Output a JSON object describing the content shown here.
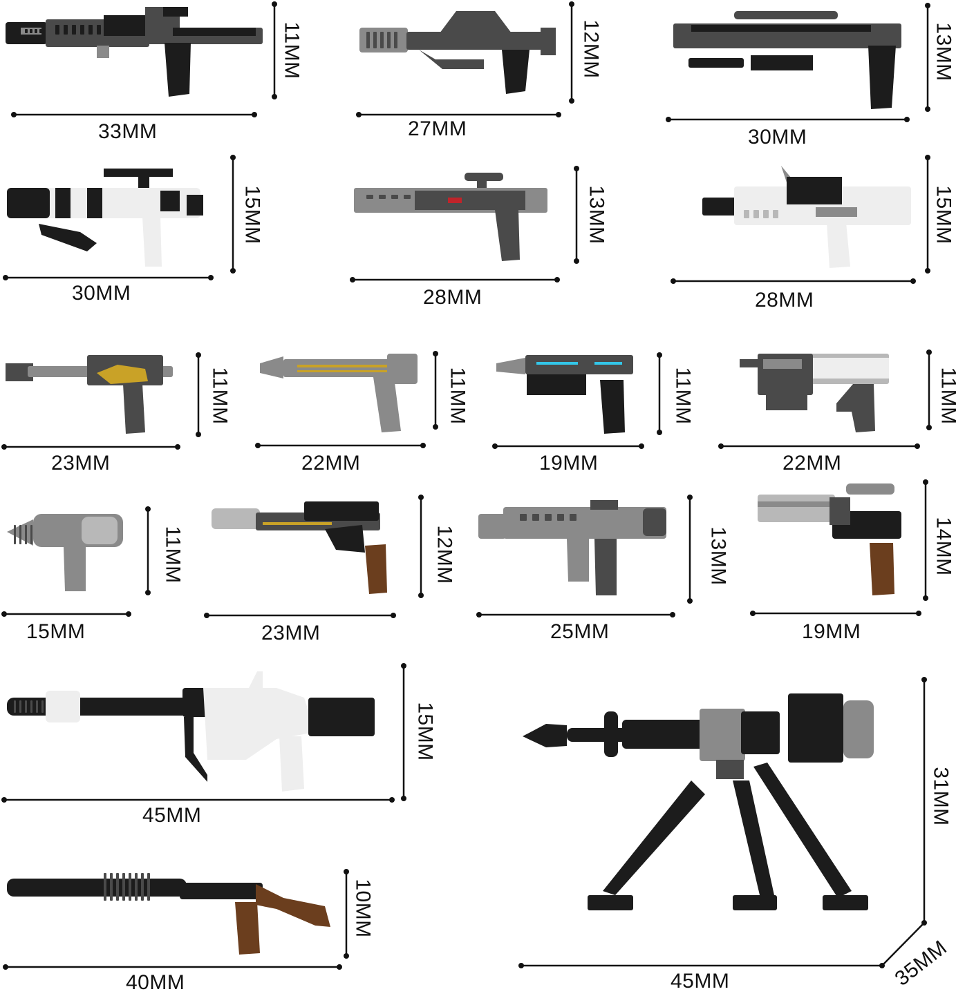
{
  "colors": {
    "black": "#1c1c1c",
    "dark_gray": "#4a4a4a",
    "gray": "#8a8a8a",
    "light_gray": "#b8b8b8",
    "white_part": "#eeeeee",
    "brown": "#6b3e1e",
    "gold": "#c9a227",
    "red": "#c0242a",
    "cyan": "#33c6e8",
    "ruler": "#111111"
  },
  "items": [
    {
      "length": "33MM",
      "height": "11MM",
      "style": "blaster-rifle"
    },
    {
      "length": "27MM",
      "height": "12MM",
      "style": "heavy-blaster"
    },
    {
      "length": "30MM",
      "height": "13MM",
      "style": "sniper-blaster"
    },
    {
      "length": "30MM",
      "height": "15MM",
      "style": "trooper-rifle"
    },
    {
      "length": "28MM",
      "height": "13MM",
      "style": "scoped-carbine"
    },
    {
      "length": "28MM",
      "height": "15MM",
      "style": "first-order-blaster"
    },
    {
      "length": "23MM",
      "height": "11MM",
      "style": "gold-carbine"
    },
    {
      "length": "22MM",
      "height": "11MM",
      "style": "yellow-pistol"
    },
    {
      "length": "19MM",
      "height": "11MM",
      "style": "cyan-pistol"
    },
    {
      "length": "22MM",
      "height": "11MM",
      "style": "gray-blaster"
    },
    {
      "length": "15MM",
      "height": "11MM",
      "style": "drill-pistol"
    },
    {
      "length": "23MM",
      "height": "12MM",
      "style": "brown-carbine"
    },
    {
      "length": "25MM",
      "height": "13MM",
      "style": "clone-carbine"
    },
    {
      "length": "19MM",
      "height": "14MM",
      "style": "brown-heavy-pistol"
    },
    {
      "length": "45MM",
      "height": "15MM",
      "style": "white-stock-rifle"
    },
    {
      "length": "40MM",
      "height": "10MM",
      "style": "wood-stock-rifle"
    },
    {
      "length": "45MM",
      "height": "31MM",
      "depth": "35MM",
      "style": "tripod-cannon"
    }
  ]
}
